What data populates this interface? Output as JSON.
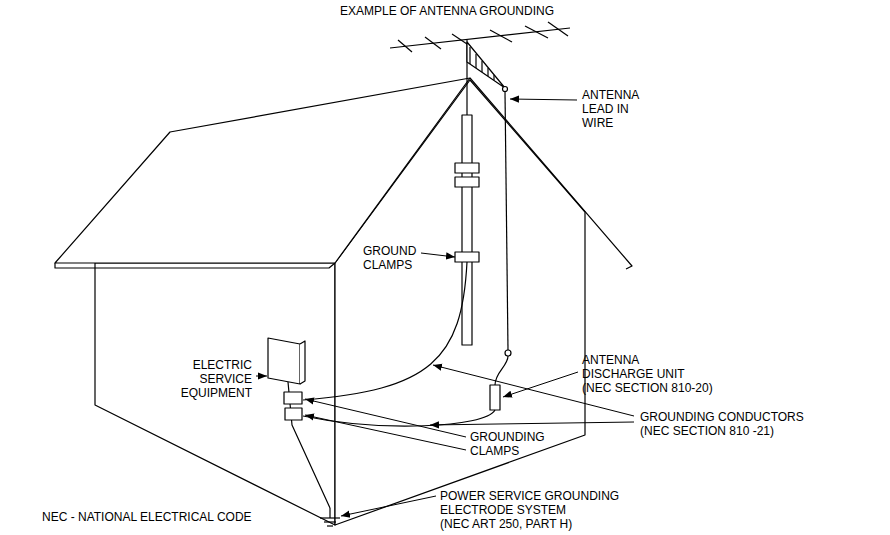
{
  "diagram": {
    "title": "EXAMPLE OF ANTENNA GROUNDING",
    "labels": [
      "ANTENNA LEAD IN WIRE",
      "GROUND CLAMPS",
      "ANTENNA DISCHARGE UNIT",
      "(NEC SECTION 810-20)",
      "ELECTRIC SERVICE EQUIPMENT",
      "GROUNDING CONDUCTORS",
      "(NEC SECTION 810 -21)",
      "GROUNDING CLAMPS",
      "POWER SERVICE GROUNDING ELECTRODE SYSTEM",
      "(NEC ART 250, PART H)",
      "NEC - NATIONAL ELECTRICAL CODE"
    ]
  }
}
